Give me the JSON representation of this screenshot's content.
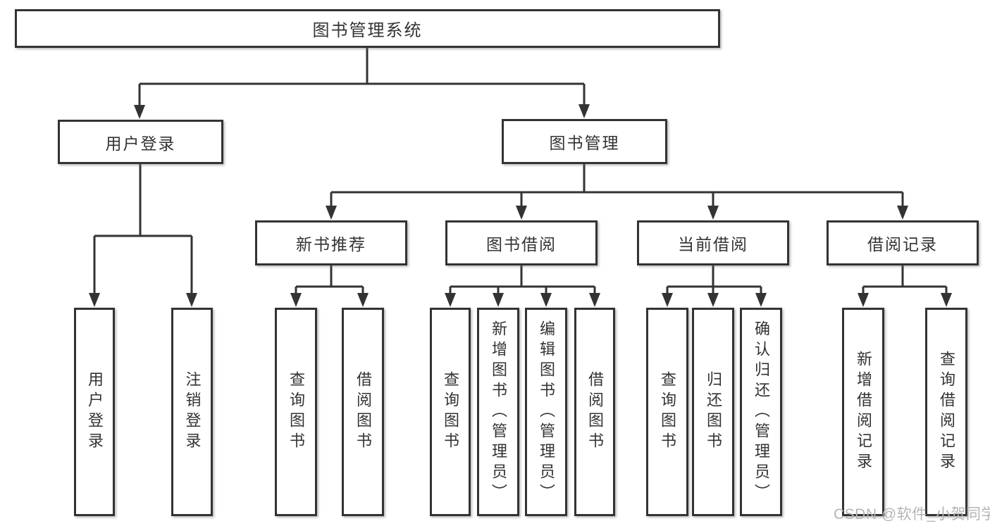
{
  "watermark": "CSDN @软件_小贺同学",
  "colors": {
    "line": "#333333",
    "text": "#333333",
    "box_background": "#ffffff",
    "watermark": "#b5b5b5",
    "background": "#ffffff"
  },
  "tree": {
    "root": {
      "label": "图书管理系统"
    },
    "level2": [
      {
        "label": "用户登录",
        "children": [
          {
            "label": "用户登录"
          },
          {
            "label": "注销登录"
          }
        ]
      },
      {
        "label": "图书管理",
        "children": [
          {
            "label": "新书推荐",
            "children": [
              {
                "label": "查询图书"
              },
              {
                "label": "借阅图书"
              }
            ]
          },
          {
            "label": "图书借阅",
            "children": [
              {
                "label": "查询图书"
              },
              {
                "label": "新增图书（管理员）"
              },
              {
                "label": "编辑图书（管理员）"
              },
              {
                "label": "借阅图书"
              }
            ]
          },
          {
            "label": "当前借阅",
            "children": [
              {
                "label": "查询图书"
              },
              {
                "label": "归还图书"
              },
              {
                "label": "确认归还（管理员）"
              }
            ]
          },
          {
            "label": "借阅记录",
            "children": [
              {
                "label": "新增借阅记录"
              },
              {
                "label": "查询借阅记录"
              }
            ]
          }
        ]
      }
    ]
  }
}
